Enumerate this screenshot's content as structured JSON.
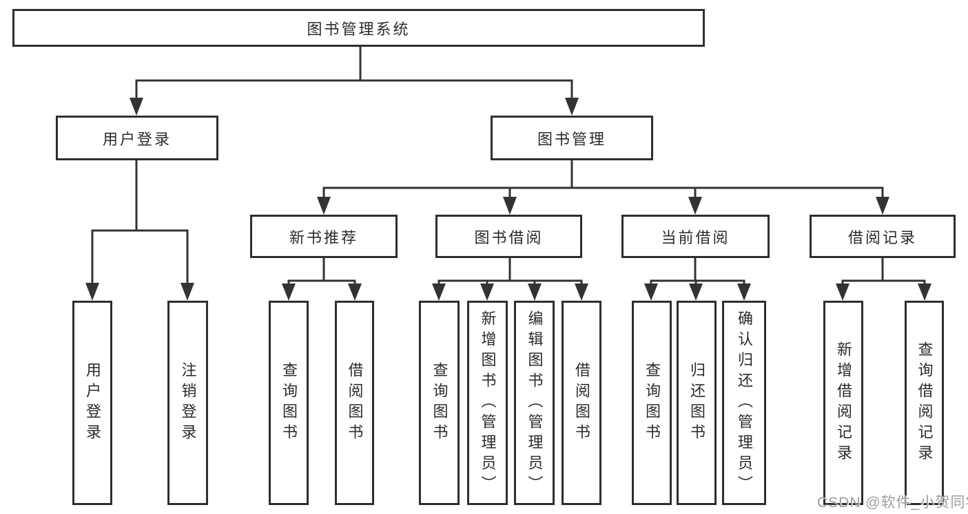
{
  "colors": {
    "background": "#ffffff",
    "line": "#333333",
    "box_border": "#2e2e2e",
    "box_fill": "#ffffff",
    "text": "#2b2b2b",
    "watermark": "#9c9c9c"
  },
  "diagram": {
    "root": {
      "label": "图书管理系统"
    },
    "level2": {
      "user_login": {
        "label": "用户登录"
      },
      "book_management": {
        "label": "图书管理"
      }
    },
    "level3": {
      "new_book_recommend": {
        "label": "新书推荐"
      },
      "book_borrowing": {
        "label": "图书借阅"
      },
      "current_borrowing": {
        "label": "当前借阅"
      },
      "borrowing_records": {
        "label": "借阅记录"
      }
    },
    "leaves": {
      "user_login": [
        "用户登录",
        "注销登录"
      ],
      "new_book_recommend": [
        "查询图书",
        "借阅图书"
      ],
      "book_borrowing": [
        "查询图书",
        "新增图书（管理员）",
        "编辑图书（管理员）",
        "借阅图书"
      ],
      "current_borrowing": [
        "查询图书",
        "归还图书",
        "确认归还（管理员）"
      ],
      "borrowing_records": [
        "新增借阅记录",
        "查询借阅记录"
      ]
    }
  },
  "watermark": {
    "text": "CSDN @软件_小贺同学"
  }
}
